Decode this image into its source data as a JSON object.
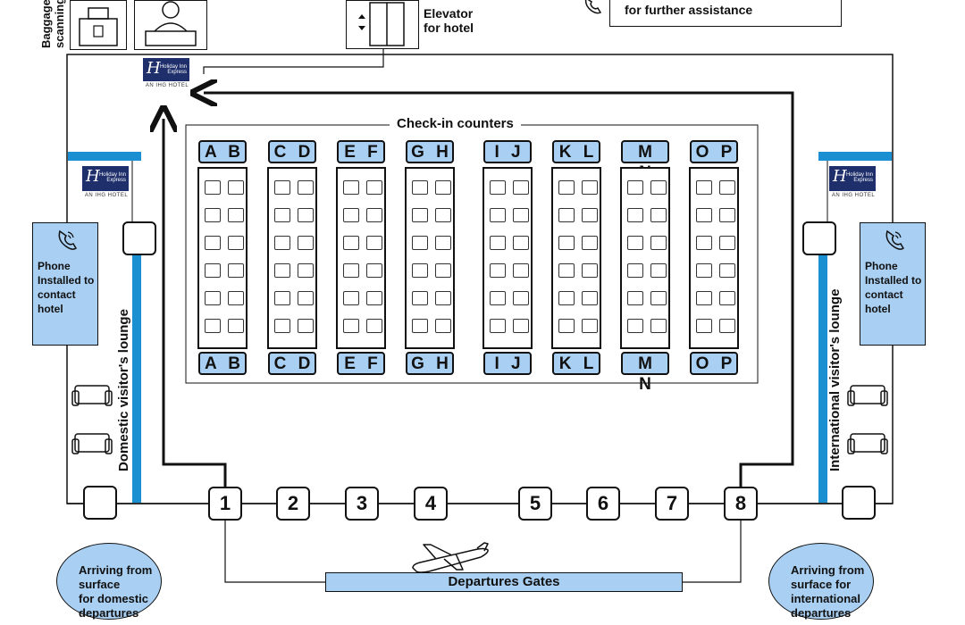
{
  "labels": {
    "baggage_scanning": "Baggage scanning",
    "elevator": [
      "Elevator",
      "for hotel"
    ],
    "assistance": "for further assistance",
    "checkin_title": "Check-in counters",
    "domestic_lounge": "Domestic visitor's lounge",
    "international_lounge": "International visitor's lounge",
    "phone_panel": [
      "Phone",
      "Installed to",
      "contact",
      "hotel"
    ],
    "arriving_domestic": [
      "Arriving from",
      "surface",
      "for domestic",
      "departures"
    ],
    "arriving_international": [
      "Arriving from",
      "surface for",
      "international",
      "departures"
    ],
    "departures_gates": "Departures Gates"
  },
  "logo": {
    "brand": "Holiday Inn Express",
    "tagline": "AN IHG HOTEL"
  },
  "counters": [
    {
      "top": "A B",
      "bottom": "A B"
    },
    {
      "top": "C D",
      "bottom": "C D"
    },
    {
      "top": "E F",
      "bottom": "E F"
    },
    {
      "top": "G H",
      "bottom": "G H"
    },
    {
      "top": "I J",
      "bottom": "I J"
    },
    {
      "top": "K L",
      "bottom": "K L"
    },
    {
      "top": "M N",
      "bottom": "M N"
    },
    {
      "top": "O P",
      "bottom": "O P"
    }
  ],
  "gates": [
    "1",
    "2",
    "3",
    "4",
    "5",
    "6",
    "7",
    "8"
  ],
  "colors": {
    "accent_blue": "#a9cff2",
    "wall_blue": "#1a8fd1",
    "logo_navy": "#1e2f6b"
  },
  "icons": {
    "phone": "phone-icon",
    "elevator": "elevator-icon",
    "sofa": "sofa-icon",
    "airplane": "airplane-icon",
    "baggage": "baggage-scanner-icon",
    "reception": "reception-desk-icon"
  }
}
